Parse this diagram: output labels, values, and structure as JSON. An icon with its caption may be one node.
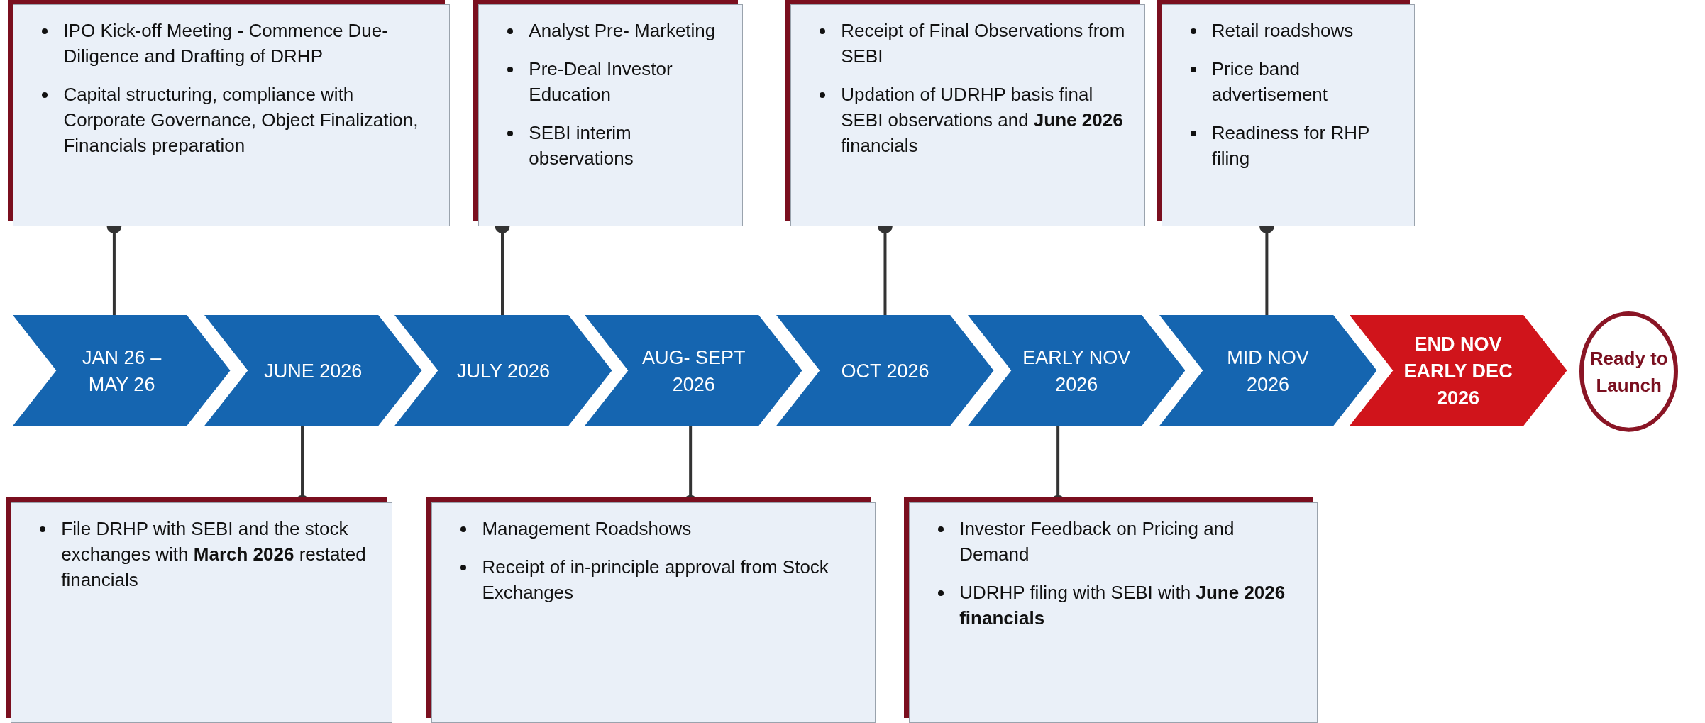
{
  "diagram": {
    "nodes": [
      {
        "text": [
          "JAN 26 – MAY 26"
        ]
      },
      {
        "text": [
          "JUNE 2026"
        ]
      },
      {
        "text": [
          "JULY 2026"
        ]
      },
      {
        "text": [
          "AUG- SEPT 2026"
        ]
      },
      {
        "text": [
          "OCT 2026"
        ]
      },
      {
        "text": [
          "EARLY NOV 2026"
        ]
      },
      {
        "text": [
          "MID NOV 2026"
        ]
      },
      {
        "text": [
          "END NOV EARLY DEC 2026"
        ]
      },
      {
        "text": [
          "Ready to Launch"
        ]
      },
      {
        "text": [
          "IPO Kick-off Meeting - Commence Due-Diligence and Drafting of DRHP",
          "Capital structuring, compliance with Corporate Governance, Object Finalization, Financials preparation"
        ]
      },
      {
        "text": [
          "Analyst Pre- Marketing",
          "Pre-Deal Investor Education",
          "SEBI interim observations"
        ]
      },
      {
        "text": [
          "Receipt of Final Observations from SEBI",
          "Updation of UDRHP basis final SEBI observations and **June 2026** financials"
        ]
      },
      {
        "text": [
          "Retail roadshows",
          "Price band advertisement",
          "Readiness for RHP filing"
        ]
      },
      {
        "text": [
          "File DRHP with SEBI and the stock exchanges with **March 2026** restated financials"
        ]
      },
      {
        "text": [
          "Management Roadshows",
          "Receipt of in-principle approval from Stock Exchanges"
        ]
      },
      {
        "text": [
          "Investor Feedback on Pricing and Demand",
          "UDRHP filing with SEBI with **June 2026 financials**"
        ]
      }
    ],
    "edges": [
      {
        "from": 9,
        "to": 0,
        "arrow": "other"
      },
      {
        "from": 10,
        "to": 2,
        "arrow": "other"
      },
      {
        "from": 11,
        "to": 4,
        "arrow": "other"
      },
      {
        "from": 12,
        "to": 6,
        "arrow": "other"
      },
      {
        "from": 13,
        "to": 1,
        "arrow": "other"
      },
      {
        "from": 14,
        "to": 3,
        "arrow": "other"
      },
      {
        "from": 15,
        "to": 5,
        "arrow": "other"
      }
    ]
  }
}
